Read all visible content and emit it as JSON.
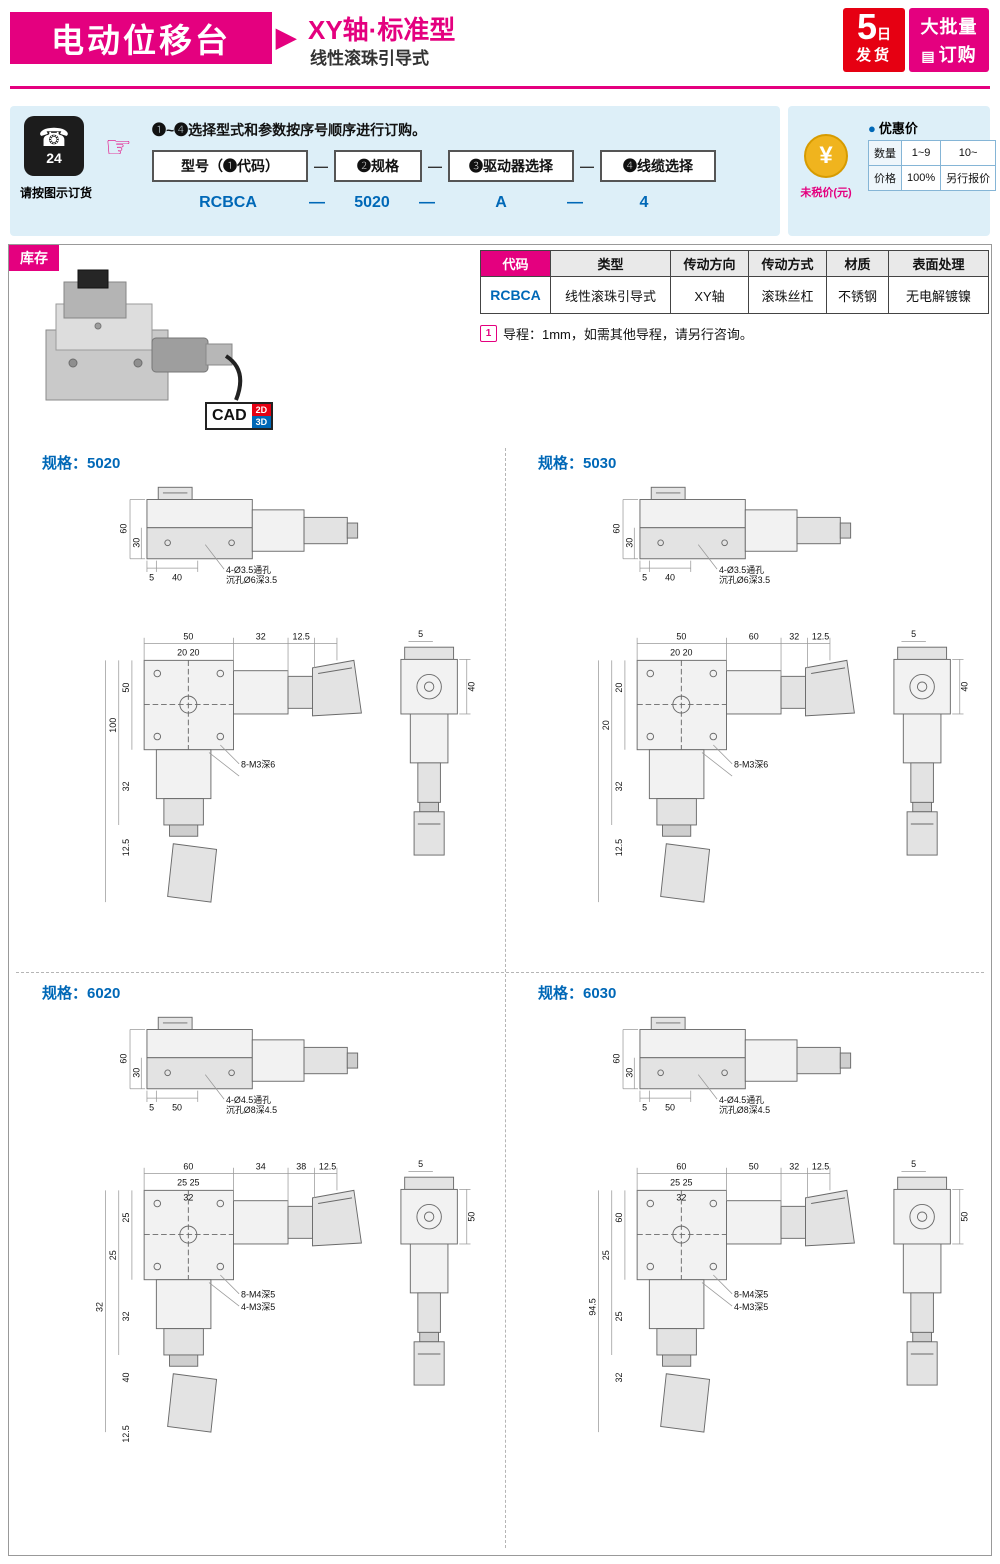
{
  "theme": {
    "magenta": "#e4007f",
    "blue": "#0068b7",
    "red": "#e60012",
    "light_blue": "#ddeff8",
    "gold": "#f0b41e"
  },
  "header": {
    "title": "电动位移台",
    "arrow": "▶",
    "subtitle": "XY轴·标准型",
    "subtitle2": "线性滚珠引导式",
    "ship_num": "5",
    "ship_unit": "日",
    "ship_text": "发货",
    "bulk_line1": "大批量",
    "bulk_line2": "订购",
    "order_icon": "▤"
  },
  "ordering": {
    "phone_glyph": "☎",
    "phone_24": "24",
    "phone_caption": "请按图示订货",
    "pointer": "☞",
    "instruction": "❶~❹选择型式和参数按序号顺序进行订购。",
    "field1": "型号（❶代码）",
    "field2": "❷规格",
    "field3": "❸驱动器选择",
    "field4": "❹线缆选择",
    "dash": "—",
    "ex_code": "RCBCA",
    "ex_spec": "5020",
    "ex_driver": "A",
    "ex_cable": "4"
  },
  "price": {
    "yen": "¥",
    "untaxed": "未税价(元)",
    "dot": "●",
    "discount_title": "优惠价",
    "qty_label": "数量",
    "qty_r1": "1~9",
    "qty_r2": "10~",
    "price_label": "价格",
    "price_r1": "100%",
    "price_r2": "另行报价"
  },
  "stock_label": "库存",
  "cad": {
    "label": "CAD",
    "d2": "2D",
    "d3": "3D"
  },
  "spec_table": {
    "headers": [
      "代码",
      "类型",
      "传动方向",
      "传动方式",
      "材质",
      "表面处理"
    ],
    "row": [
      "RCBCA",
      "线性滚珠引导式",
      "XY轴",
      "滚珠丝杠",
      "不锈钢",
      "无电解镀镍"
    ]
  },
  "note": {
    "marker": "1",
    "text": "导程：1mm，如需其他导程，请另行咨询。"
  },
  "specs": [
    {
      "label": "规格：5020",
      "top": {
        "v1": "60",
        "v2": "30",
        "h1": "5",
        "h2": "40",
        "n1": "4-Ø3.5通孔",
        "n2": "沉孔Ø6深3.5"
      },
      "front": {
        "t1": "50",
        "t2": "32",
        "t3": "12.5",
        "t4": "",
        "i1": "20 20",
        "i2": "",
        "l1": "50",
        "l2": "100",
        "l3": "32",
        "l4": "12.5",
        "l5": "",
        "l6": "",
        "n1": "8-M3深6",
        "n2": ""
      },
      "side": {
        "t": "5",
        "r": "40"
      }
    },
    {
      "label": "规格：5030",
      "top": {
        "v1": "60",
        "v2": "30",
        "h1": "5",
        "h2": "40",
        "n1": "4-Ø3.5通孔",
        "n2": "沉孔Ø6深3.5"
      },
      "front": {
        "t1": "50",
        "t2": "60",
        "t3": "32",
        "t4": "12.5",
        "i1": "20 20",
        "i2": "",
        "l1": "20",
        "l2": "20",
        "l3": "32",
        "l4": "12.5",
        "l5": "",
        "l6": "",
        "n1": "8-M3深6",
        "n2": ""
      },
      "side": {
        "t": "5",
        "r": "40"
      }
    },
    {
      "label": "规格：6020",
      "top": {
        "v1": "60",
        "v2": "30",
        "h1": "5",
        "h2": "50",
        "n1": "4-Ø4.5通孔",
        "n2": "沉孔Ø8深4.5"
      },
      "front": {
        "t1": "60",
        "t2": "34",
        "t3": "38",
        "t4": "12.5",
        "i1": "25 25",
        "i2": "32",
        "l1": "25",
        "l2": "25",
        "l3": "32",
        "l4": "40",
        "l5": "32",
        "l6": "12.5",
        "n1": "8-M4深5",
        "n2": "4-M3深5"
      },
      "side": {
        "t": "5",
        "r": "50"
      }
    },
    {
      "label": "规格：6030",
      "top": {
        "v1": "60",
        "v2": "30",
        "h1": "5",
        "h2": "50",
        "n1": "4-Ø4.5通孔",
        "n2": "沉孔Ø8深4.5"
      },
      "front": {
        "t1": "60",
        "t2": "50",
        "t3": "32",
        "t4": "12.5",
        "i1": "25 25",
        "i2": "32",
        "l1": "60",
        "l2": "25",
        "l3": "25",
        "l4": "32",
        "l5": "94.5",
        "l6": "",
        "n1": "8-M4深5",
        "n2": "4-M3深5"
      },
      "side": {
        "t": "5",
        "r": "50"
      }
    }
  ]
}
